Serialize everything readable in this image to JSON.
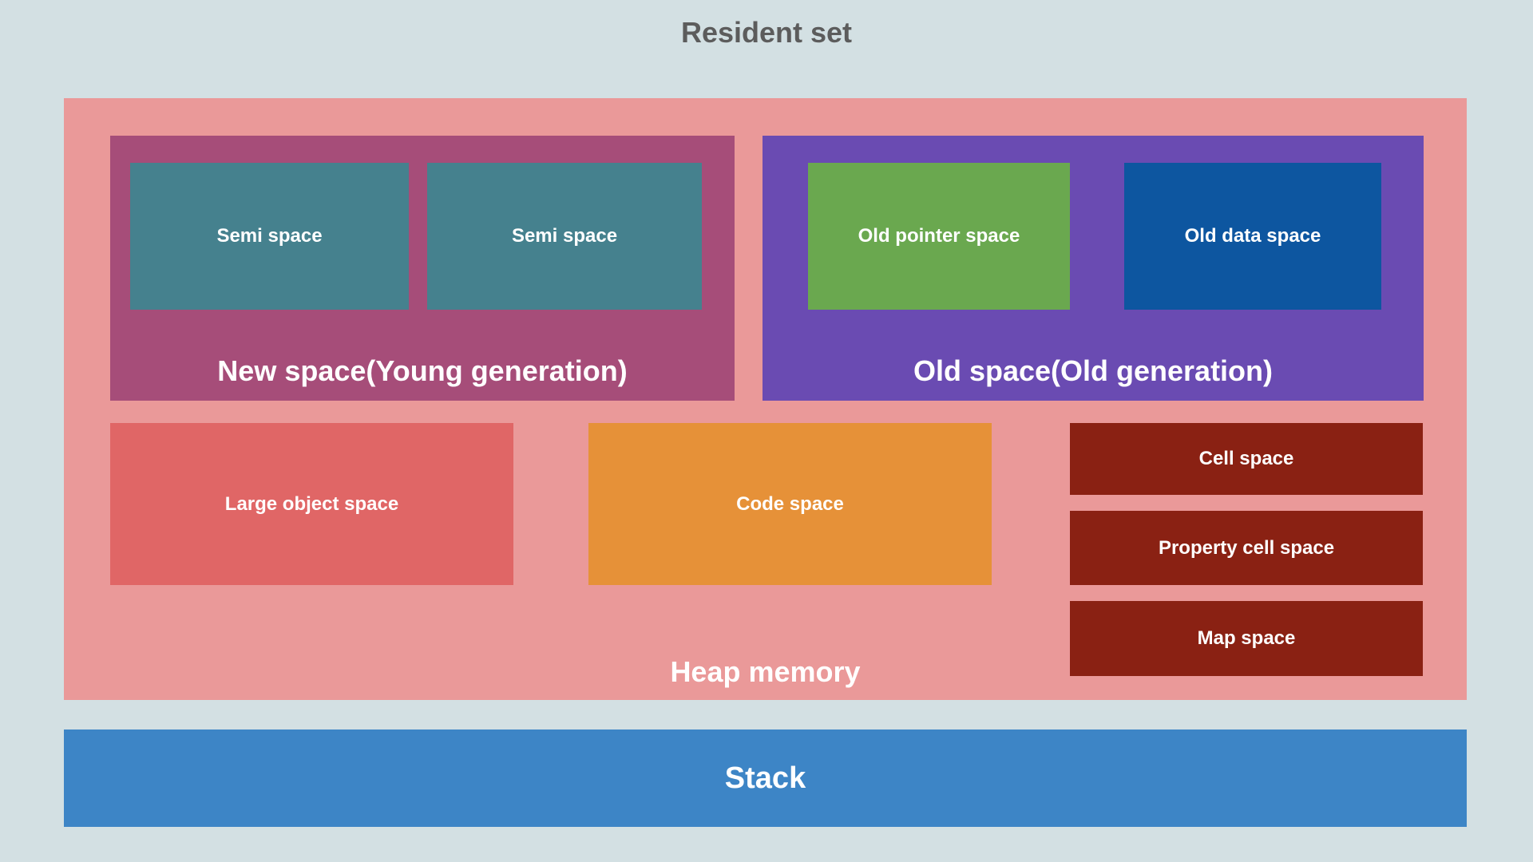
{
  "title": "Resident set",
  "heap": {
    "label": "Heap memory",
    "new_space": {
      "label": "New space(Young generation)",
      "semi_space_1": "Semi space",
      "semi_space_2": "Semi space"
    },
    "old_space": {
      "label": "Old space(Old generation)",
      "old_pointer_space": "Old pointer space",
      "old_data_space": "Old data space"
    },
    "large_object_space": "Large object space",
    "code_space": "Code space",
    "cell_space": "Cell space",
    "property_cell_space": "Property cell space",
    "map_space": "Map space"
  },
  "stack": {
    "label": "Stack"
  },
  "colors": {
    "background": "#d3e0e3",
    "title_text": "#5c5c5c",
    "heap": "#ea9999",
    "new_space": "#a64d79",
    "semi_space": "#45818e",
    "old_space": "#6a4bb2",
    "old_pointer_space": "#6aa84f",
    "old_data_space": "#0d56a0",
    "large_object_space": "#e06666",
    "code_space": "#e69138",
    "cell_space": "#8a2113",
    "stack": "#3d85c6",
    "label_text": "#ffffff"
  }
}
